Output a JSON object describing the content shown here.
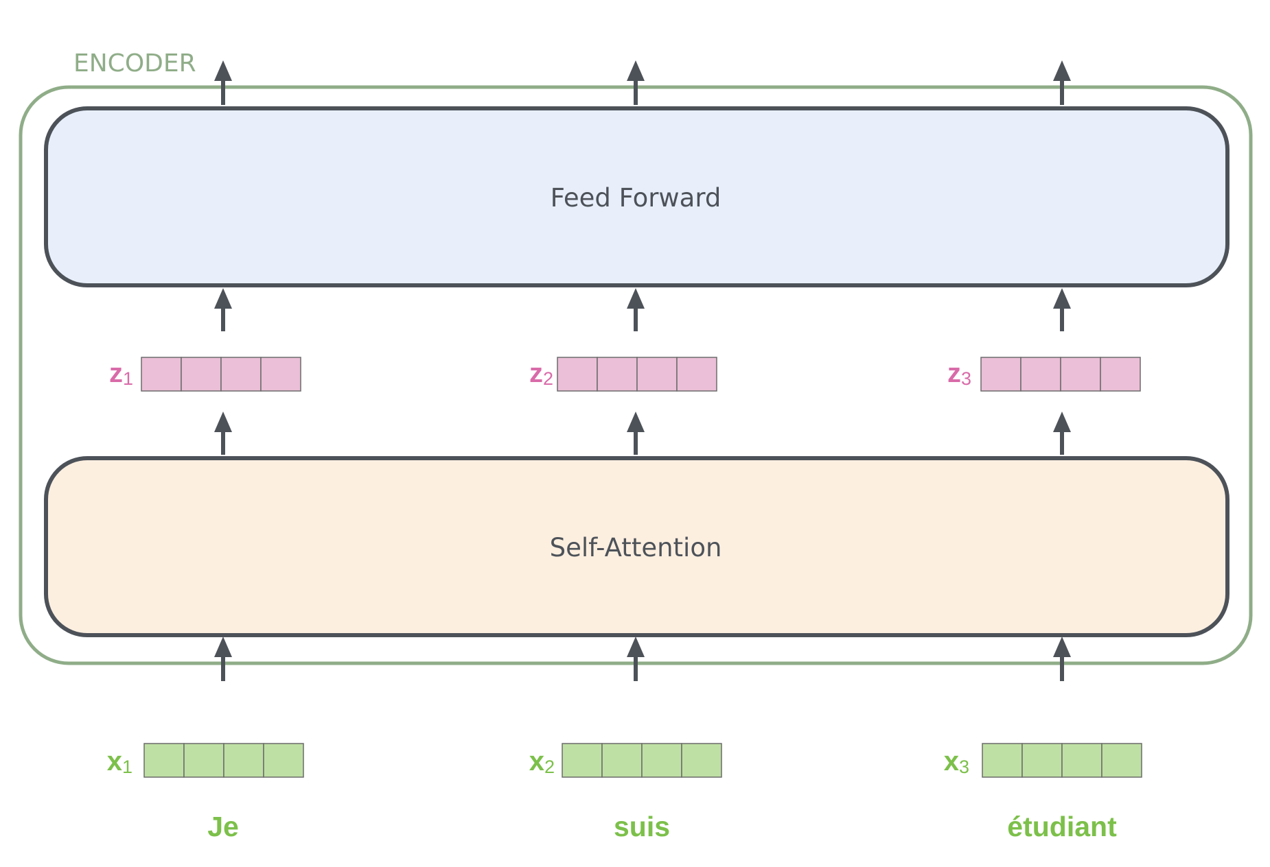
{
  "encoder": {
    "label": "ENCODER",
    "outline_color": "#8fad88"
  },
  "layers": {
    "feed_forward": {
      "label": "Feed Forward",
      "fill": "#e8effa"
    },
    "self_attention": {
      "label": "Self-Attention",
      "fill": "#fcefe0"
    }
  },
  "colors": {
    "stroke": "#4d5259",
    "text": "#4d5259",
    "z_fill": "#ebbfd7",
    "z_text": "#d96ba9",
    "x_fill": "#bfe0a4",
    "x_text": "#7cc04a"
  },
  "vectors": {
    "z": [
      {
        "name": "z",
        "sub": "1"
      },
      {
        "name": "z",
        "sub": "2"
      },
      {
        "name": "z",
        "sub": "3"
      }
    ],
    "x": [
      {
        "name": "x",
        "sub": "1"
      },
      {
        "name": "x",
        "sub": "2"
      },
      {
        "name": "x",
        "sub": "3"
      }
    ],
    "cells_per_vector": 4
  },
  "words": [
    "Je",
    "suis",
    "étudiant"
  ],
  "icons": [
    "arrow-up-icon"
  ]
}
